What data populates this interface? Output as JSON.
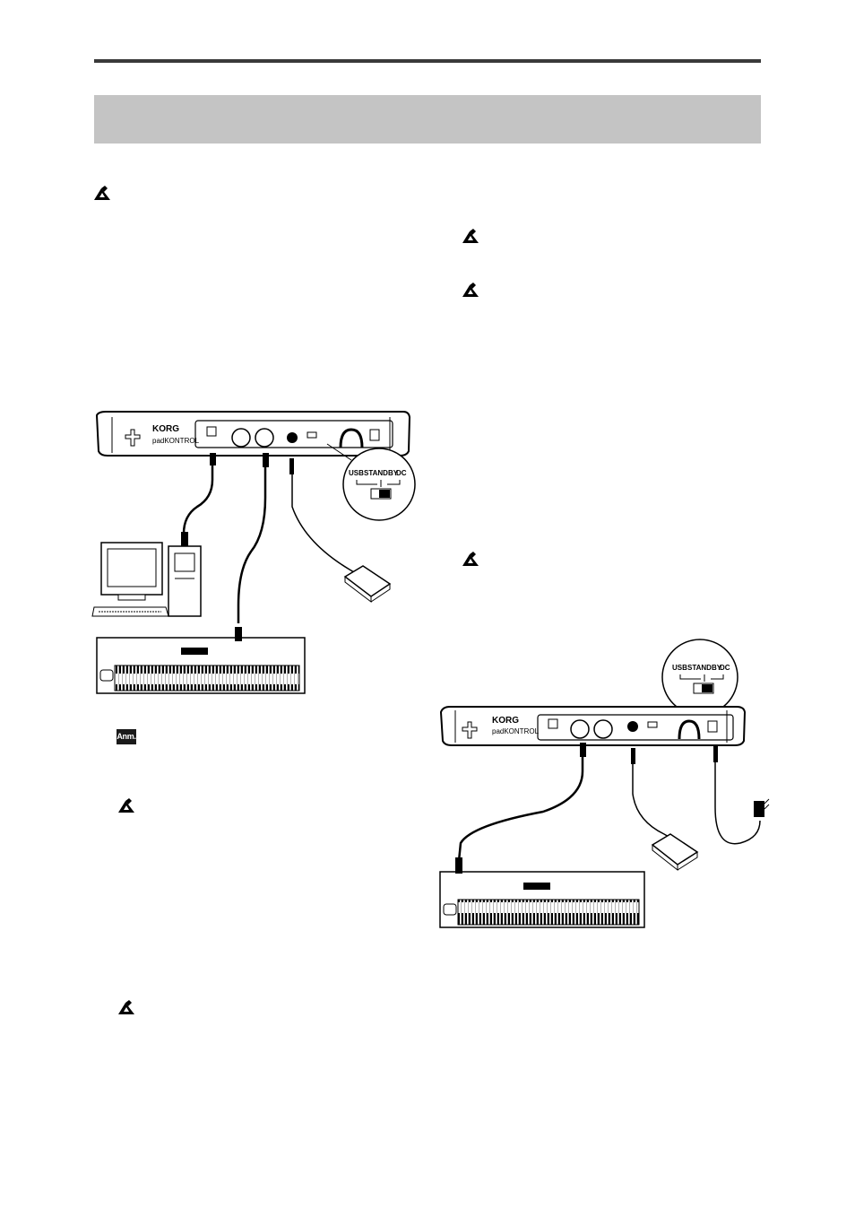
{
  "figure_left": {
    "brand_logo": "KORG",
    "product_logo": "padKONTROL",
    "switch_inset": {
      "usb": "USB",
      "standby": "STANDBY",
      "dc": "DC"
    }
  },
  "figure_right": {
    "brand_logo": "KORG",
    "product_logo": "padKONTROL",
    "switch_inset": {
      "usb": "USB",
      "standby": "STANDBY",
      "dc": "DC"
    }
  },
  "anm_badge": "Anm.",
  "icons": [
    "note-icon",
    "note-icon",
    "note-icon",
    "note-icon",
    "note-icon",
    "note-icon"
  ]
}
